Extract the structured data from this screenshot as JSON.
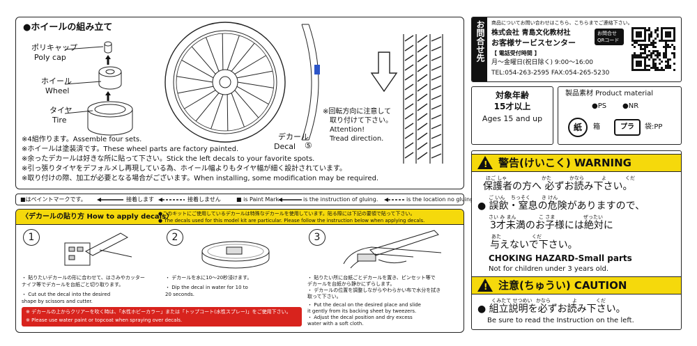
{
  "assembly": {
    "title": "●ホイールの組み立て",
    "polycap_jp": "ポリキャップ",
    "polycap_en": "Poly cap",
    "wheel_jp": "ホイール",
    "wheel_en": "Wheel",
    "tire_jp": "タイヤ",
    "tire_en": "Tire",
    "decal_jp": "デカール",
    "decal_en": "Decal",
    "decal_num": "⑤",
    "rotation_jp1": "※回転方向に注意して",
    "rotation_jp2": "取り付けて下さい。",
    "rotation_en1": "Attention!",
    "rotation_en2": "Tread direction.",
    "notes": [
      "※4組作ります。Assemble four sets.",
      "※ホイールは塗装済です。These wheel parts are factory painted.",
      "※余ったデカールは好きな所に貼って下さい。Stick the left decals to your favorite spots.",
      "※引っ張りタイヤをデフォルメし再現している為、ホイール幅よりもタイヤ幅が細く設計されています。",
      "※取り付けの際、加工が必要となる場合がございます。When installing, some modification may be required."
    ]
  },
  "legend": {
    "paint_jp": "■はペイントマークです。",
    "glue_jp": "接着します",
    "noglue_jp": "接着しません",
    "paint_en": "■ is Paint Mark",
    "glue_en": "is the instruction of gluing.",
    "noglue_en": "is the location no gluing."
  },
  "contact": {
    "vertical_label": "お問合せ先",
    "intro": "商品についてお問い合わせはこちら、こちらまでご連絡下さい。",
    "company": "株式会社 青島文化教材社",
    "center": "お客様サービスセンター",
    "qr_label1": "お問合せ",
    "qr_label2": "QRコード",
    "hours_label": "【 電話受付時間 】",
    "hours": "月〜金曜日(祝日除く) 9:00〜16:00",
    "tel": "TEL:054-263-2595  FAX:054-265-5230"
  },
  "age": {
    "label_jp": "対象年齢",
    "value_jp": "15才以上",
    "value_en": "Ages 15 and up"
  },
  "material": {
    "title": "製品素材 Product material",
    "ps": "●PS",
    "nr": "●NR",
    "paper_icon": "紙",
    "paper": "箱",
    "plastic_icon": "プラ",
    "plastic": "袋:PP"
  },
  "warning": {
    "title": "警告(けいこく) WARNING",
    "line1": "保護者の方へ 必ずお読み下さい。",
    "line2": "● 誤飲・窒息の危険がありますので、",
    "line3": "3才未満のお子様には絶対に",
    "line4": "与えないで下さい。",
    "en_title": "CHOKING HAZARD-Small parts",
    "en_sub": "Not for children under 3 years old.",
    "ruby": {
      "hogosha": "ほご しゃ",
      "kata": "かた",
      "kanarazu": "かなら",
      "yomi": "よ",
      "kudasai": "くだ",
      "goin": "ご いん",
      "chissoku": "ちっそく",
      "kiken": "き けん",
      "sansai": "さい み まん",
      "kosama": "こ さま",
      "zettai": "ぜったい",
      "atae": "あた",
      "kudasai2": "くだ"
    }
  },
  "caution": {
    "title": "注意(ちゅうい) CAUTION",
    "line1": "● 組立説明を必ずお読み下さい。",
    "en": "Be sure to read the Instruction on the left.",
    "ruby": {
      "kumitate": "くみたて せつめい",
      "kanarazu": "かなら",
      "yomi": "よ",
      "kudasai": "くだ"
    }
  },
  "decals": {
    "header": "〈デカールの貼り方 How to apply decals〉",
    "header_note_jp": "●このキットにご使用しているデカールは特殊なデカールを使用しています。貼る際には下記の要領で貼って下さい。",
    "header_note_en": "● The decals used for this model kit are particular. Please follow the instruction below when applying decals.",
    "steps": [
      {
        "num": "1",
        "jp": [
          "・ 貼りたいデカールの形に合わせて、はさみやカッター",
          "  ナイフ等でデカールを台紙ごと切り取ります。"
        ],
        "en": [
          "・ Cut out the decal into the desired",
          "  shape by scissors and cutter."
        ]
      },
      {
        "num": "2",
        "jp": [
          "・ デカールを水に10〜20秒浸けます。"
        ],
        "en": [
          "・ Dip the decal in water for 10 to",
          "  20 seconds."
        ]
      },
      {
        "num": "3",
        "jp": [
          "・ 貼りたい所に台紙ごとデカールを置き、ピンセット等で",
          "  デカールを台紙から静かにずらします。",
          "・ デカールの位置を調整しながらやわらかい布で水分を拭き",
          "  取って下さい。"
        ],
        "en": [
          "・ Put the decal on the desired place and slide",
          "  it gently from its backing sheet by tweezers.",
          "・ Adjust the decal position and dry excess",
          "  water with a soft cloth."
        ]
      }
    ],
    "red_note_jp": "※ デカールの上からクリアーを吹く時は、「水性ホビーカラー」または「トップコート(水性スプレー)」をご使用下さい。",
    "red_note_en": "※ Please use water paint or topcoat when spraying over decals."
  },
  "colors": {
    "yellow": "#f5d90c",
    "red": "#d8231d",
    "border": "#222222"
  }
}
